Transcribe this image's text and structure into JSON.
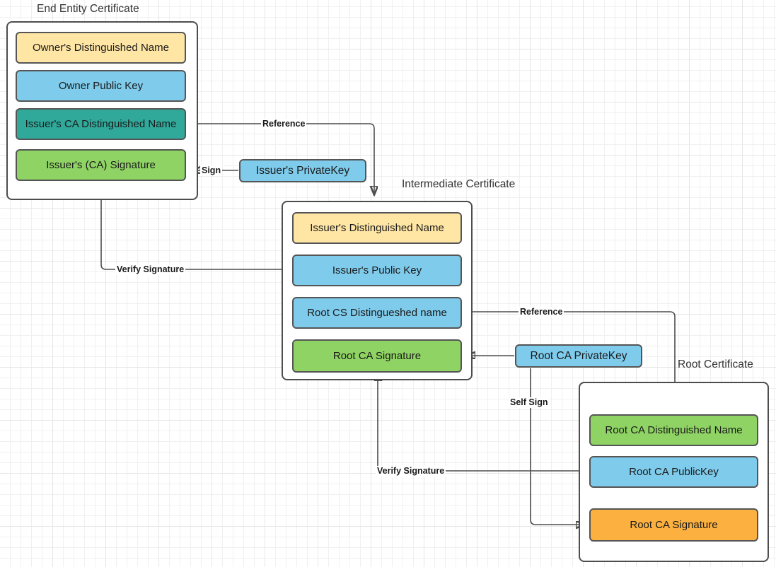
{
  "diagram": {
    "title_end_entity": "End Entity Certificate",
    "title_intermediate": "Intermediate Certificate",
    "title_root": "Root Certificate"
  },
  "end_entity_certificate": {
    "label": "End Entity Certificate",
    "fields": [
      {
        "text": "Owner's Distinguished Name",
        "color": "#ffe6a5"
      },
      {
        "text": "Owner Public  Key",
        "color": "#7fcbeb"
      },
      {
        "text": "Issuer's CA Distinguished Name",
        "color": "#30a99b"
      },
      {
        "text": "Issuer's (CA) Signature",
        "color": "#8ed363"
      }
    ]
  },
  "intermediate_certificate": {
    "label": "Intermediate Certificate",
    "fields": [
      {
        "text": "Issuer's Distinguished Name",
        "color": "#ffe6a5"
      },
      {
        "text": "Issuer's Public  Key",
        "color": "#7fcbeb"
      },
      {
        "text": "Root CS Distingueshed name",
        "color": "#7fcbeb"
      },
      {
        "text": "Root CA Signature",
        "color": "#8ed363"
      }
    ]
  },
  "root_certificate": {
    "label": "Root Certificate",
    "fields": [
      {
        "text": "Root CA Distinguished Name",
        "color": "#8ed363"
      },
      {
        "text": "Root CA PublicKey",
        "color": "#7fcbeb"
      },
      {
        "text": "Root CA Signature",
        "color": "#fbb03f"
      }
    ]
  },
  "keys": [
    {
      "text": "Issuer's PrivateKey",
      "color": "#7fcbeb"
    },
    {
      "text": "Root CA PrivateKey",
      "color": "#7fcbeb"
    }
  ],
  "edges": [
    {
      "label": "Reference"
    },
    {
      "label": "Sign"
    },
    {
      "label": "Verify Signature"
    },
    {
      "label": "Reference"
    },
    {
      "label": "Self Sign"
    },
    {
      "label": "Verify Signature"
    }
  ],
  "colors": {
    "stroke": "#4d4d4d",
    "yellow": "#ffe6a5",
    "blue": "#7fcbeb",
    "teal": "#30a99b",
    "green": "#8ed363",
    "orange": "#fbb03f",
    "grid_minor": "#f0f0f0",
    "grid_major": "#e6e6e6"
  }
}
